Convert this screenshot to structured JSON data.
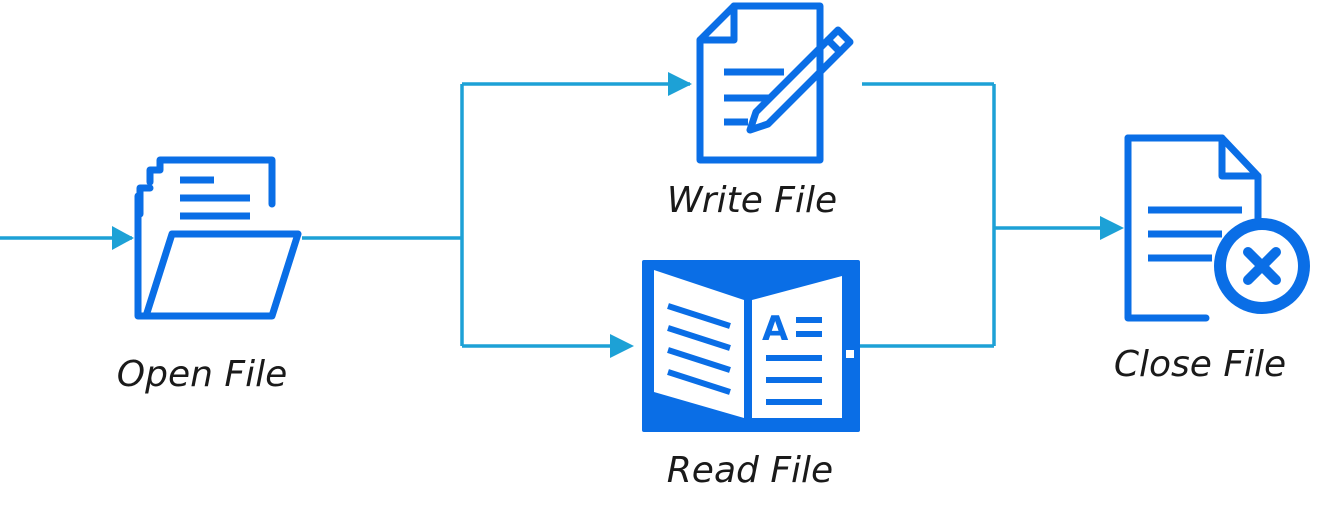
{
  "colors": {
    "connector": "#1da1d6",
    "icon": "#0a6ee6",
    "text": "#1a1a1a",
    "background": "#ffffff"
  },
  "nodes": {
    "open": {
      "label": "Open File",
      "icon": "open-folder-icon"
    },
    "write": {
      "label": "Write File",
      "icon": "document-pencil-icon"
    },
    "read": {
      "label": "Read File",
      "icon": "open-book-icon"
    },
    "close": {
      "label": "Close File",
      "icon": "document-close-icon"
    }
  }
}
